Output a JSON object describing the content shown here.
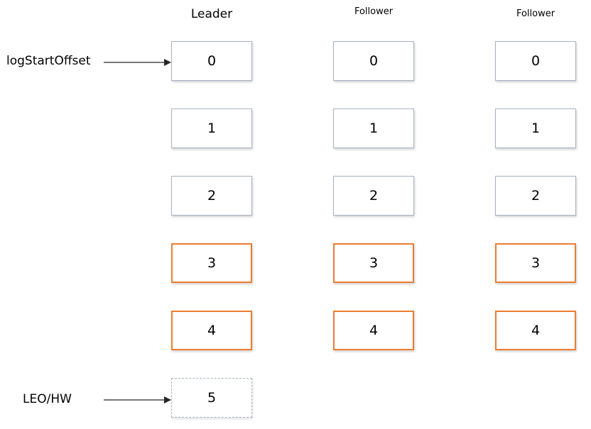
{
  "columns": [
    {
      "title": "Leader",
      "cells": [
        {
          "label": "0",
          "state": "normal"
        },
        {
          "label": "1",
          "state": "normal"
        },
        {
          "label": "2",
          "state": "normal"
        },
        {
          "label": "3",
          "state": "pending"
        },
        {
          "label": "4",
          "state": "pending"
        },
        {
          "label": "5",
          "state": "next"
        }
      ]
    },
    {
      "title": "Follower",
      "cells": [
        {
          "label": "0",
          "state": "normal"
        },
        {
          "label": "1",
          "state": "normal"
        },
        {
          "label": "2",
          "state": "normal"
        },
        {
          "label": "3",
          "state": "pending"
        },
        {
          "label": "4",
          "state": "pending"
        }
      ]
    },
    {
      "title": "Follower",
      "cells": [
        {
          "label": "0",
          "state": "normal"
        },
        {
          "label": "1",
          "state": "normal"
        },
        {
          "label": "2",
          "state": "normal"
        },
        {
          "label": "3",
          "state": "pending"
        },
        {
          "label": "4",
          "state": "pending"
        }
      ]
    }
  ],
  "pointers": {
    "log_start_offset": "logStartOffset",
    "leo_hw": "LEO/HW"
  },
  "colors": {
    "normal_border": "#a6b3c4",
    "pending_border": "#ed7d31",
    "arrow": "#262626"
  }
}
